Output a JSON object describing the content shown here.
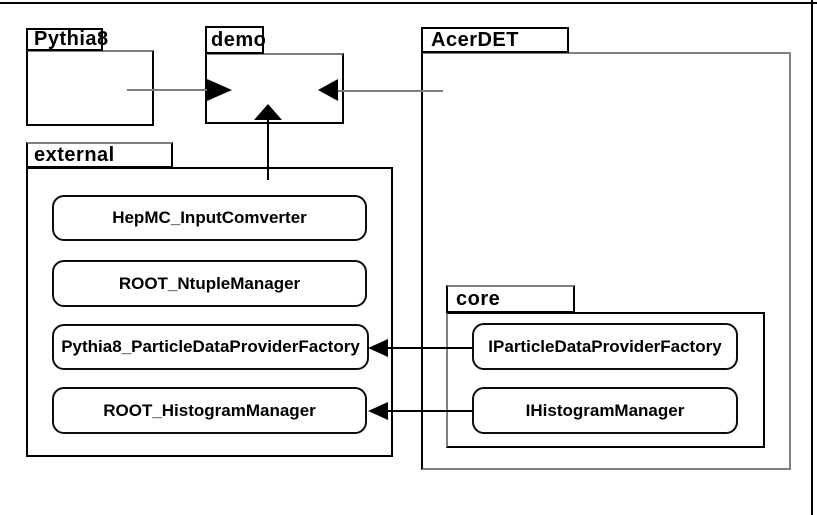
{
  "diagram": {
    "packages": {
      "pythia8": {
        "label": "Pythia8"
      },
      "demo": {
        "label": "demo"
      },
      "acerdet": {
        "label": "AcerDET"
      },
      "external": {
        "label": "external"
      },
      "core": {
        "label": "core"
      }
    },
    "classes": {
      "hepmc_inputcomverter": {
        "label": "HepMC_InputComverter"
      },
      "root_ntuplemanager": {
        "label": "ROOT_NtupleManager"
      },
      "pythia8_particledataproviderfactory": {
        "label": "Pythia8_ParticleDataProviderFactory"
      },
      "root_histogrammanager": {
        "label": "ROOT_HistogramManager"
      },
      "iparticledataproviderfactory": {
        "label": "IParticleDataProviderFactory"
      },
      "ihistogrammanager": {
        "label": "IHistogramManager"
      }
    },
    "colors": {
      "connector_gray": "#808080",
      "line_black": "#000000",
      "background": "#ffffff"
    }
  }
}
